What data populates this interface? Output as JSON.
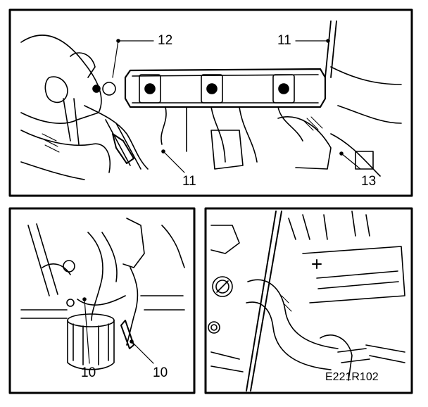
{
  "callouts": {
    "top_12": "12",
    "top_11_right": "11",
    "top_11_bottom": "11",
    "top_13": "13",
    "left_10_a": "10",
    "left_10_b": "10"
  },
  "figure_code": "E221R102",
  "colors": {
    "ink": "#000000",
    "paper": "#ffffff"
  }
}
